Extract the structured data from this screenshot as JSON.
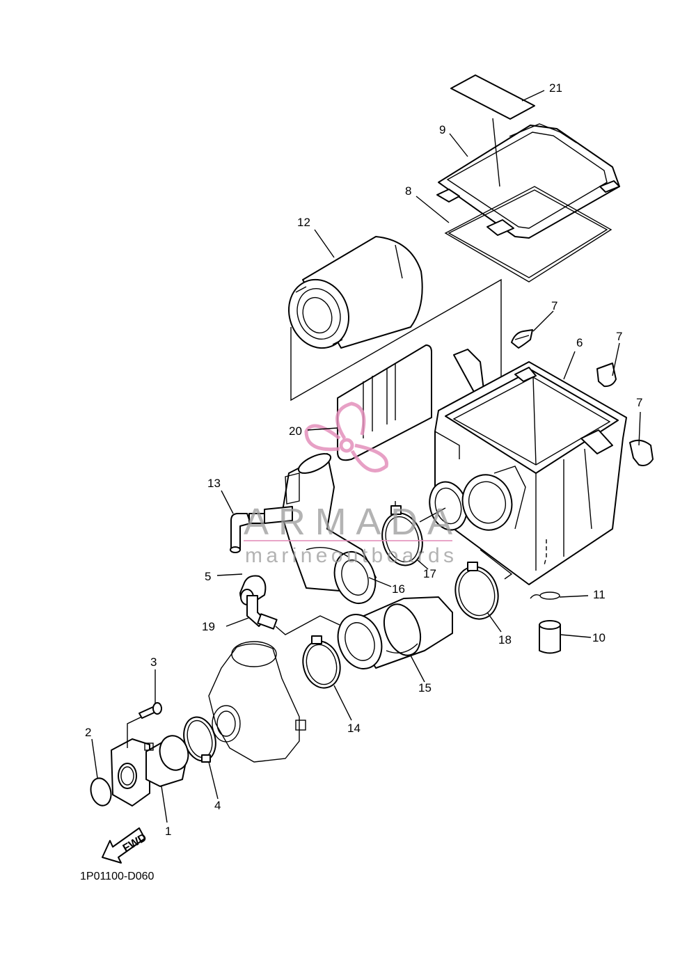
{
  "diagram_code": "1P01100-D060",
  "fwd_label": "FWD",
  "watermark": {
    "brand": "ARMADA",
    "tagline": "marineoutboards",
    "color": "#e38fbb"
  },
  "callouts": {
    "c1": "1",
    "c2": "2",
    "c3": "3",
    "c4": "4",
    "c5": "5",
    "c6": "6",
    "c7a": "7",
    "c7b": "7",
    "c7c": "7",
    "c8": "8",
    "c9": "9",
    "c10": "10",
    "c11": "11",
    "c12": "12",
    "c13": "13",
    "c14": "14",
    "c15": "15",
    "c16": "16",
    "c17": "17",
    "c18": "18",
    "c19": "19",
    "c20": "20",
    "c21": "21"
  }
}
